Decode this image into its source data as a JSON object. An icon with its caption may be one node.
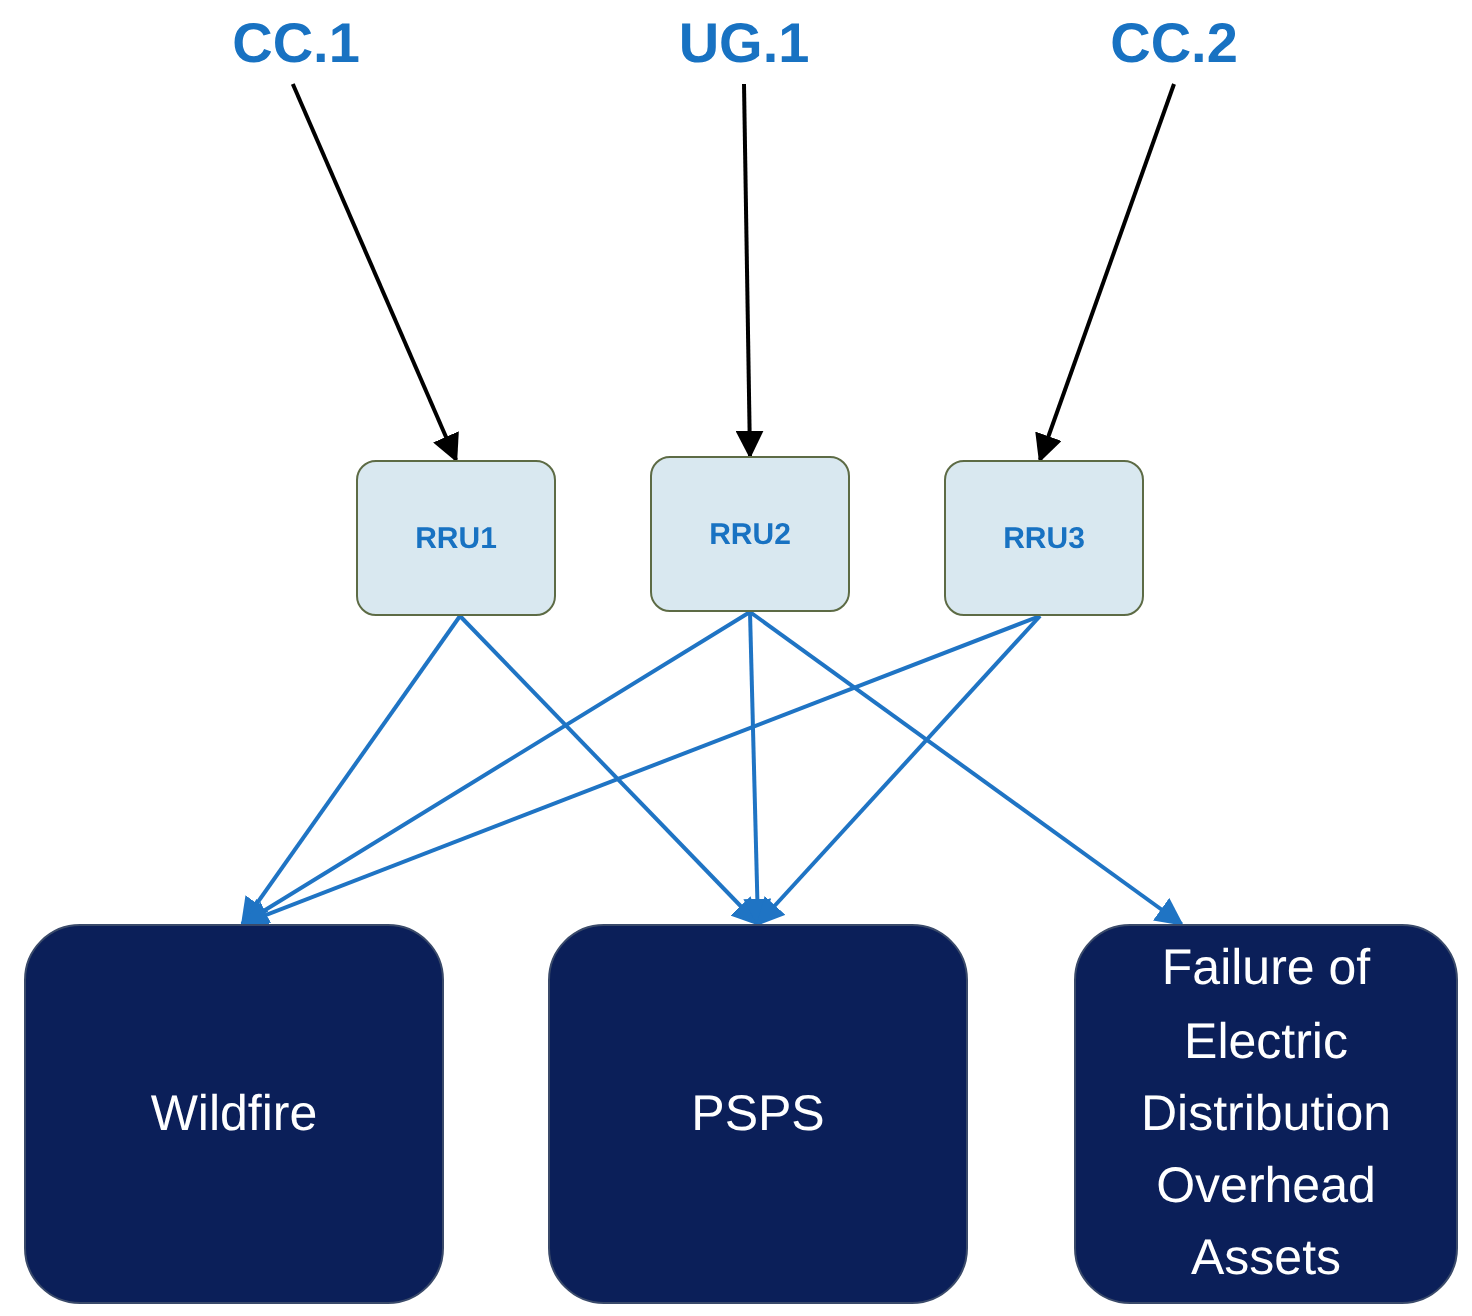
{
  "diagram": {
    "nodes": [
      {
        "text": [
          "CC.1"
        ]
      },
      {
        "text": [
          "UG.1"
        ]
      },
      {
        "text": [
          "CC.2"
        ]
      },
      {
        "text": [
          "RRU1"
        ]
      },
      {
        "text": [
          "RRU2"
        ]
      },
      {
        "text": [
          "RRU3"
        ]
      },
      {
        "text": [
          "Wildfire"
        ]
      },
      {
        "text": [
          "PSPS"
        ]
      },
      {
        "text": [
          "Failure of Electric Distribution Overhead Assets"
        ]
      }
    ],
    "edges": [
      {
        "from": 0,
        "to": 3,
        "arrow": "to",
        "color": "#000000"
      },
      {
        "from": 1,
        "to": 4,
        "arrow": "to",
        "color": "#000000"
      },
      {
        "from": 2,
        "to": 5,
        "arrow": "to",
        "color": "#000000"
      },
      {
        "from": 3,
        "to": 6,
        "arrow": "to"
      },
      {
        "from": 3,
        "to": 7,
        "arrow": "to"
      },
      {
        "from": 4,
        "to": 6,
        "arrow": "to"
      },
      {
        "from": 4,
        "to": 7,
        "arrow": "to"
      },
      {
        "from": 4,
        "to": 8,
        "arrow": "to"
      },
      {
        "from": 5,
        "to": 6,
        "arrow": "to"
      },
      {
        "from": 5,
        "to": 7,
        "arrow": "to"
      }
    ]
  }
}
